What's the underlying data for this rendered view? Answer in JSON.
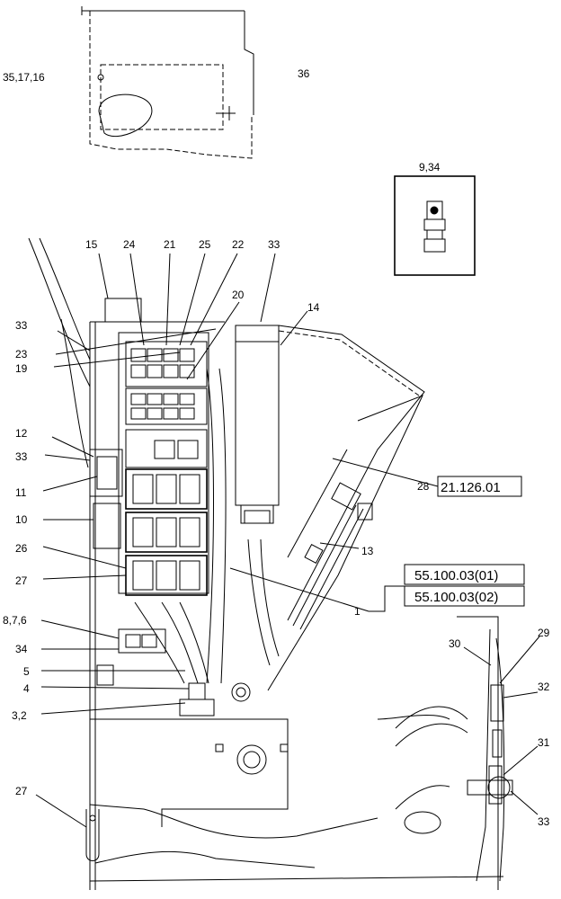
{
  "callouts": {
    "c35_17_16": "35,17,16",
    "c36": "36",
    "c9_34": "9,34",
    "c15": "15",
    "c24": "24",
    "c21": "21",
    "c25": "25",
    "c22": "22",
    "c33_top": "33",
    "c20": "20",
    "c14": "14",
    "c33_left_a": "33",
    "c23": "23",
    "c19": "19",
    "c12": "12",
    "c33_left_b": "33",
    "c11": "11",
    "c10": "10",
    "c26": "26",
    "c27_mid": "27",
    "c8_7_6": "8,7,6",
    "c34": "34",
    "c5": "5",
    "c4": "4",
    "c3_2": "3,2",
    "c27_bottom": "27",
    "c28": "28",
    "c13": "13",
    "c1": "1",
    "c30": "30",
    "c29": "29",
    "c32": "32",
    "c31": "31",
    "c33_right": "33"
  },
  "references": {
    "ref_28": "21.126.01",
    "ref_1a": "55.100.03(01)",
    "ref_1b": "55.100.03(02)"
  }
}
